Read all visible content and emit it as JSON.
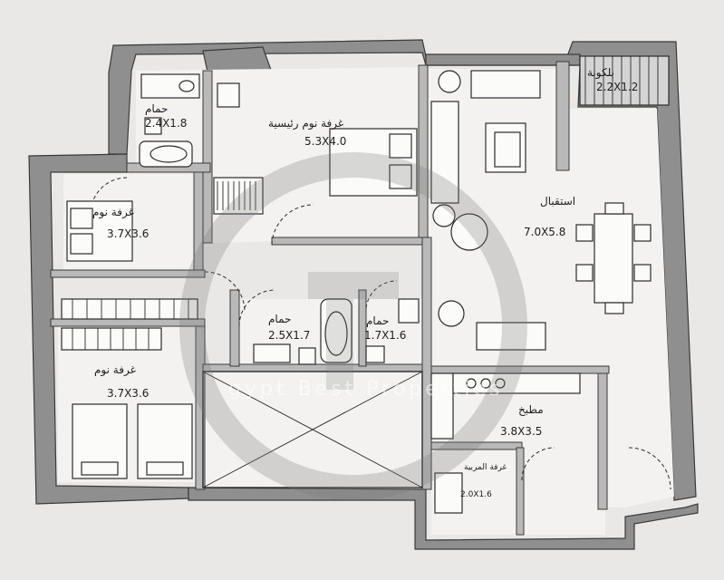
{
  "plan": {
    "rooms": [
      {
        "id": "balcony",
        "label": "بلكونة",
        "dims": "2.2X1.2"
      },
      {
        "id": "bath-master",
        "label": "حمام",
        "dims": "2.4X1.8"
      },
      {
        "id": "master-bedroom",
        "label": "غرفة نوم رئيسية",
        "dims": "5.3X4.0"
      },
      {
        "id": "reception",
        "label": "استقبال",
        "dims": "7.0X5.8"
      },
      {
        "id": "bedroom-1",
        "label": "غرفة نوم",
        "dims": "3.7X3.6"
      },
      {
        "id": "bath-2",
        "label": "حمام",
        "dims": "2.5X1.7"
      },
      {
        "id": "bath-3",
        "label": "حمام",
        "dims": "1.7X1.6"
      },
      {
        "id": "bedroom-2",
        "label": "غرفة نوم",
        "dims": "3.7X3.6"
      },
      {
        "id": "kitchen",
        "label": "مطبخ",
        "dims": "3.8X3.5"
      },
      {
        "id": "maid-room",
        "label": "غرفة المربية",
        "dims": "2.0X1.6"
      }
    ],
    "watermark": "gypt Best Properties"
  },
  "colors": {
    "wall": "#8f8f8f",
    "paper": "#e9e8e6",
    "ink": "#2b2b2b",
    "watermark": "#7a7a7a"
  }
}
